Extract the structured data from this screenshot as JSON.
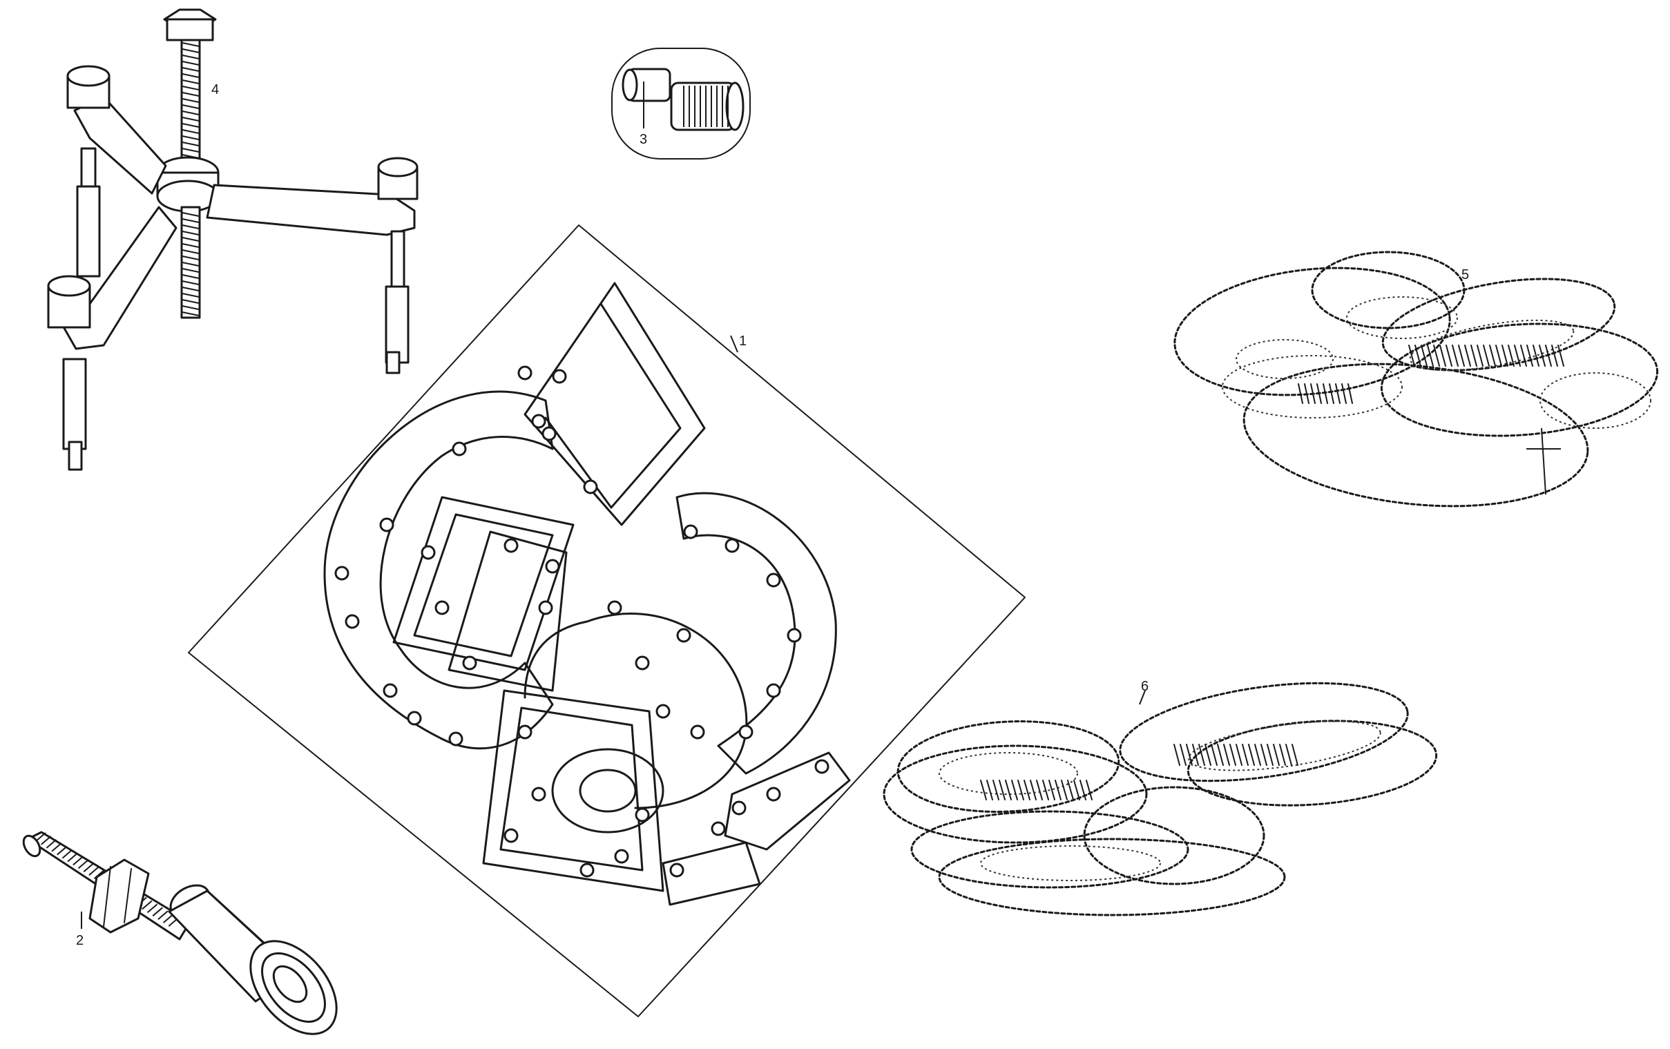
{
  "callouts": {
    "gasket_set": "1",
    "piston_pin_puller": "2",
    "small_adapter_tool": "3",
    "three_arm_puller": "4",
    "gasket_kit_upper": "5",
    "gasket_kit_lower": "6"
  },
  "colors": {
    "line": "#1a1a1a",
    "background": "#ffffff"
  }
}
